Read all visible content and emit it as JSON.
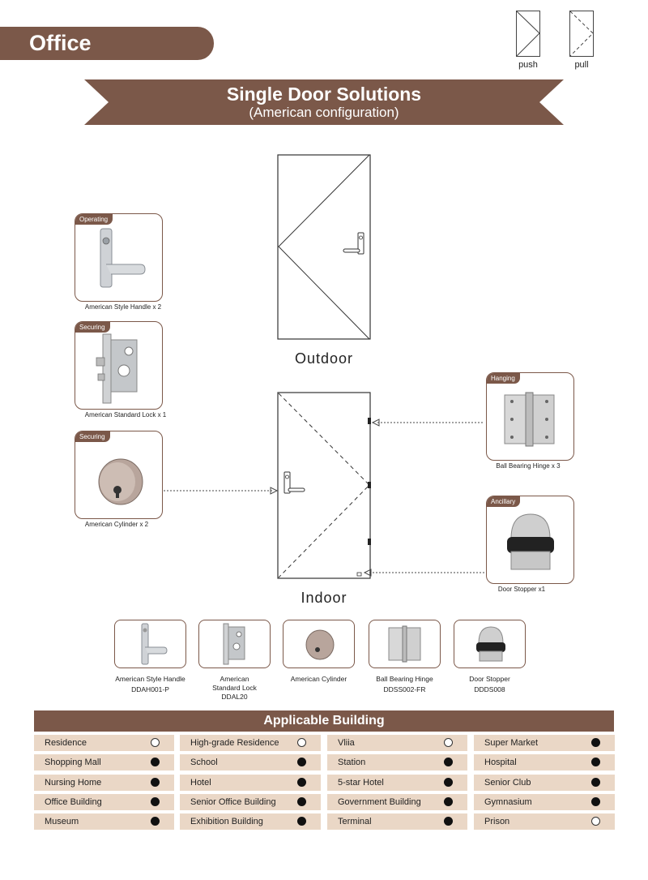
{
  "header": {
    "title": "Office"
  },
  "legend": {
    "push": "push",
    "pull": "pull"
  },
  "ribbon": {
    "title": "Single Door Solutions",
    "subtitle": "(American configuration)"
  },
  "doors": {
    "outdoor": "Outdoor",
    "indoor": "Indoor"
  },
  "left_cards": [
    {
      "tag": "Operating",
      "caption": "American Style Handle x 2"
    },
    {
      "tag": "Securing",
      "caption": "American Standard Lock x 1"
    },
    {
      "tag": "Securing",
      "caption": "American Cylinder x 2"
    }
  ],
  "right_cards": [
    {
      "tag": "Hanging",
      "caption": "Ball Bearing Hinge x 3"
    },
    {
      "tag": "Ancillary",
      "caption": "Door Stopper x1"
    }
  ],
  "products": [
    {
      "name": "American Style Handle",
      "code": "DDAH001-P"
    },
    {
      "name": "American\nStandard Lock",
      "code": "DDAL20"
    },
    {
      "name": "American Cylinder",
      "code": ""
    },
    {
      "name": "Ball Bearing Hinge",
      "code": "DDSS002-FR"
    },
    {
      "name": "Door Stopper",
      "code": "DDDS008"
    }
  ],
  "applicable": {
    "title": "Applicable Building",
    "rows": [
      [
        {
          "label": "Residence",
          "on": false
        },
        {
          "label": "High-grade Residence",
          "on": false
        },
        {
          "label": "Vliia",
          "on": false
        },
        {
          "label": "Super Market",
          "on": true
        }
      ],
      [
        {
          "label": "Shopping Mall",
          "on": true
        },
        {
          "label": "School",
          "on": true
        },
        {
          "label": "Station",
          "on": true
        },
        {
          "label": "Hospital",
          "on": true
        }
      ],
      [
        {
          "label": "Nursing Home",
          "on": true
        },
        {
          "label": "Hotel",
          "on": true
        },
        {
          "label": "5-star Hotel",
          "on": true
        },
        {
          "label": "Senior Club",
          "on": true
        }
      ],
      [
        {
          "label": "Office Building",
          "on": true
        },
        {
          "label": "Senior Office Building",
          "on": true
        },
        {
          "label": "Government Building",
          "on": true
        },
        {
          "label": "Gymnasium",
          "on": true
        }
      ],
      [
        {
          "label": "Museum",
          "on": true
        },
        {
          "label": "Exhibition Building",
          "on": true
        },
        {
          "label": "Terminal",
          "on": true
        },
        {
          "label": "Prison",
          "on": false
        }
      ]
    ]
  },
  "colors": {
    "brand": "#7b5849",
    "row_bg": "#ead7c6"
  }
}
